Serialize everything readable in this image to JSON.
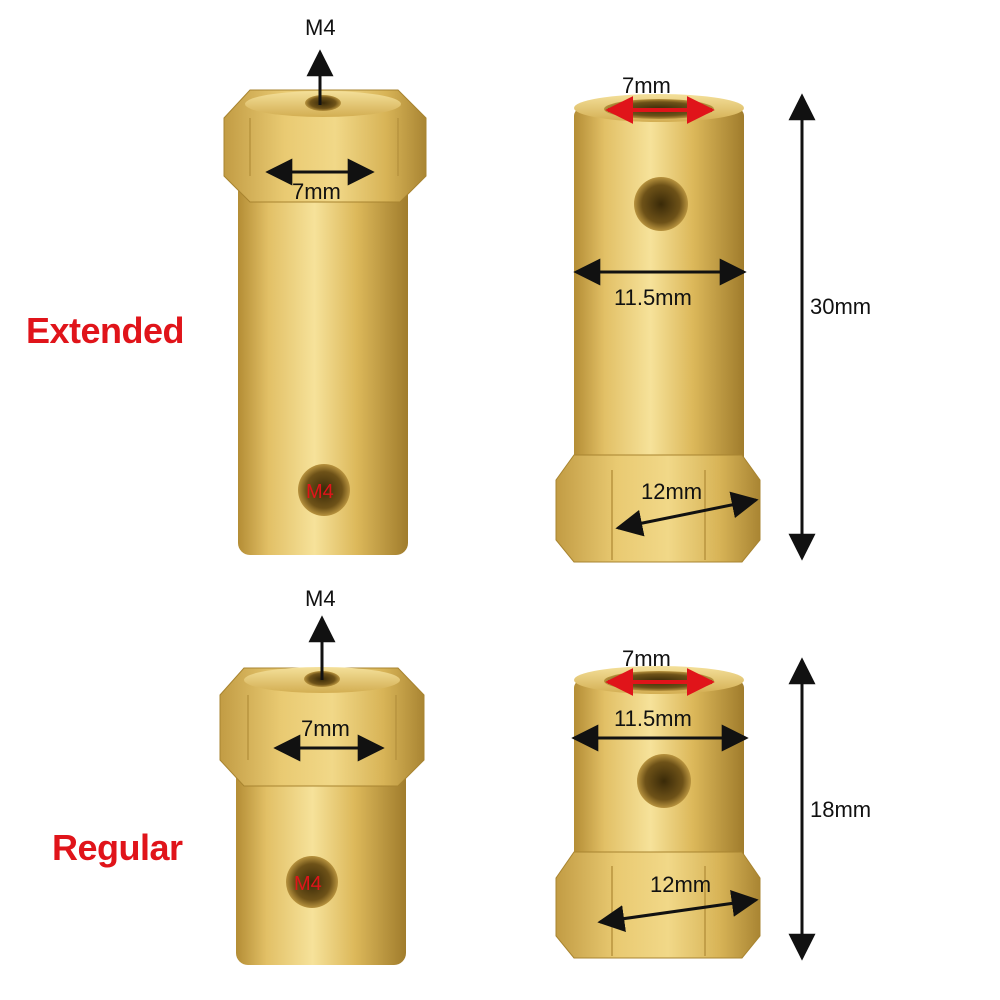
{
  "colors": {
    "brass_light": "#f3dc88",
    "brass_mid": "#d9b455",
    "brass_dark": "#a88430",
    "variant_label": "#e0141a",
    "arrow": "#111111",
    "bore_arrow": "#e0141a",
    "background": "#ffffff"
  },
  "variants": [
    {
      "label": "Extended",
      "hex_end": {
        "top_thread": "M4",
        "across_flats": "7mm",
        "side_thread": "M4"
      },
      "round_end": {
        "bore": "7mm",
        "outer_diameter": "11.5mm",
        "hex_width": "12mm",
        "length": "30mm"
      }
    },
    {
      "label": "Regular",
      "hex_end": {
        "top_thread": "M4",
        "across_flats": "7mm",
        "side_thread": "M4"
      },
      "round_end": {
        "bore": "7mm",
        "outer_diameter": "11.5mm",
        "hex_width": "12mm",
        "length": "18mm"
      }
    }
  ]
}
